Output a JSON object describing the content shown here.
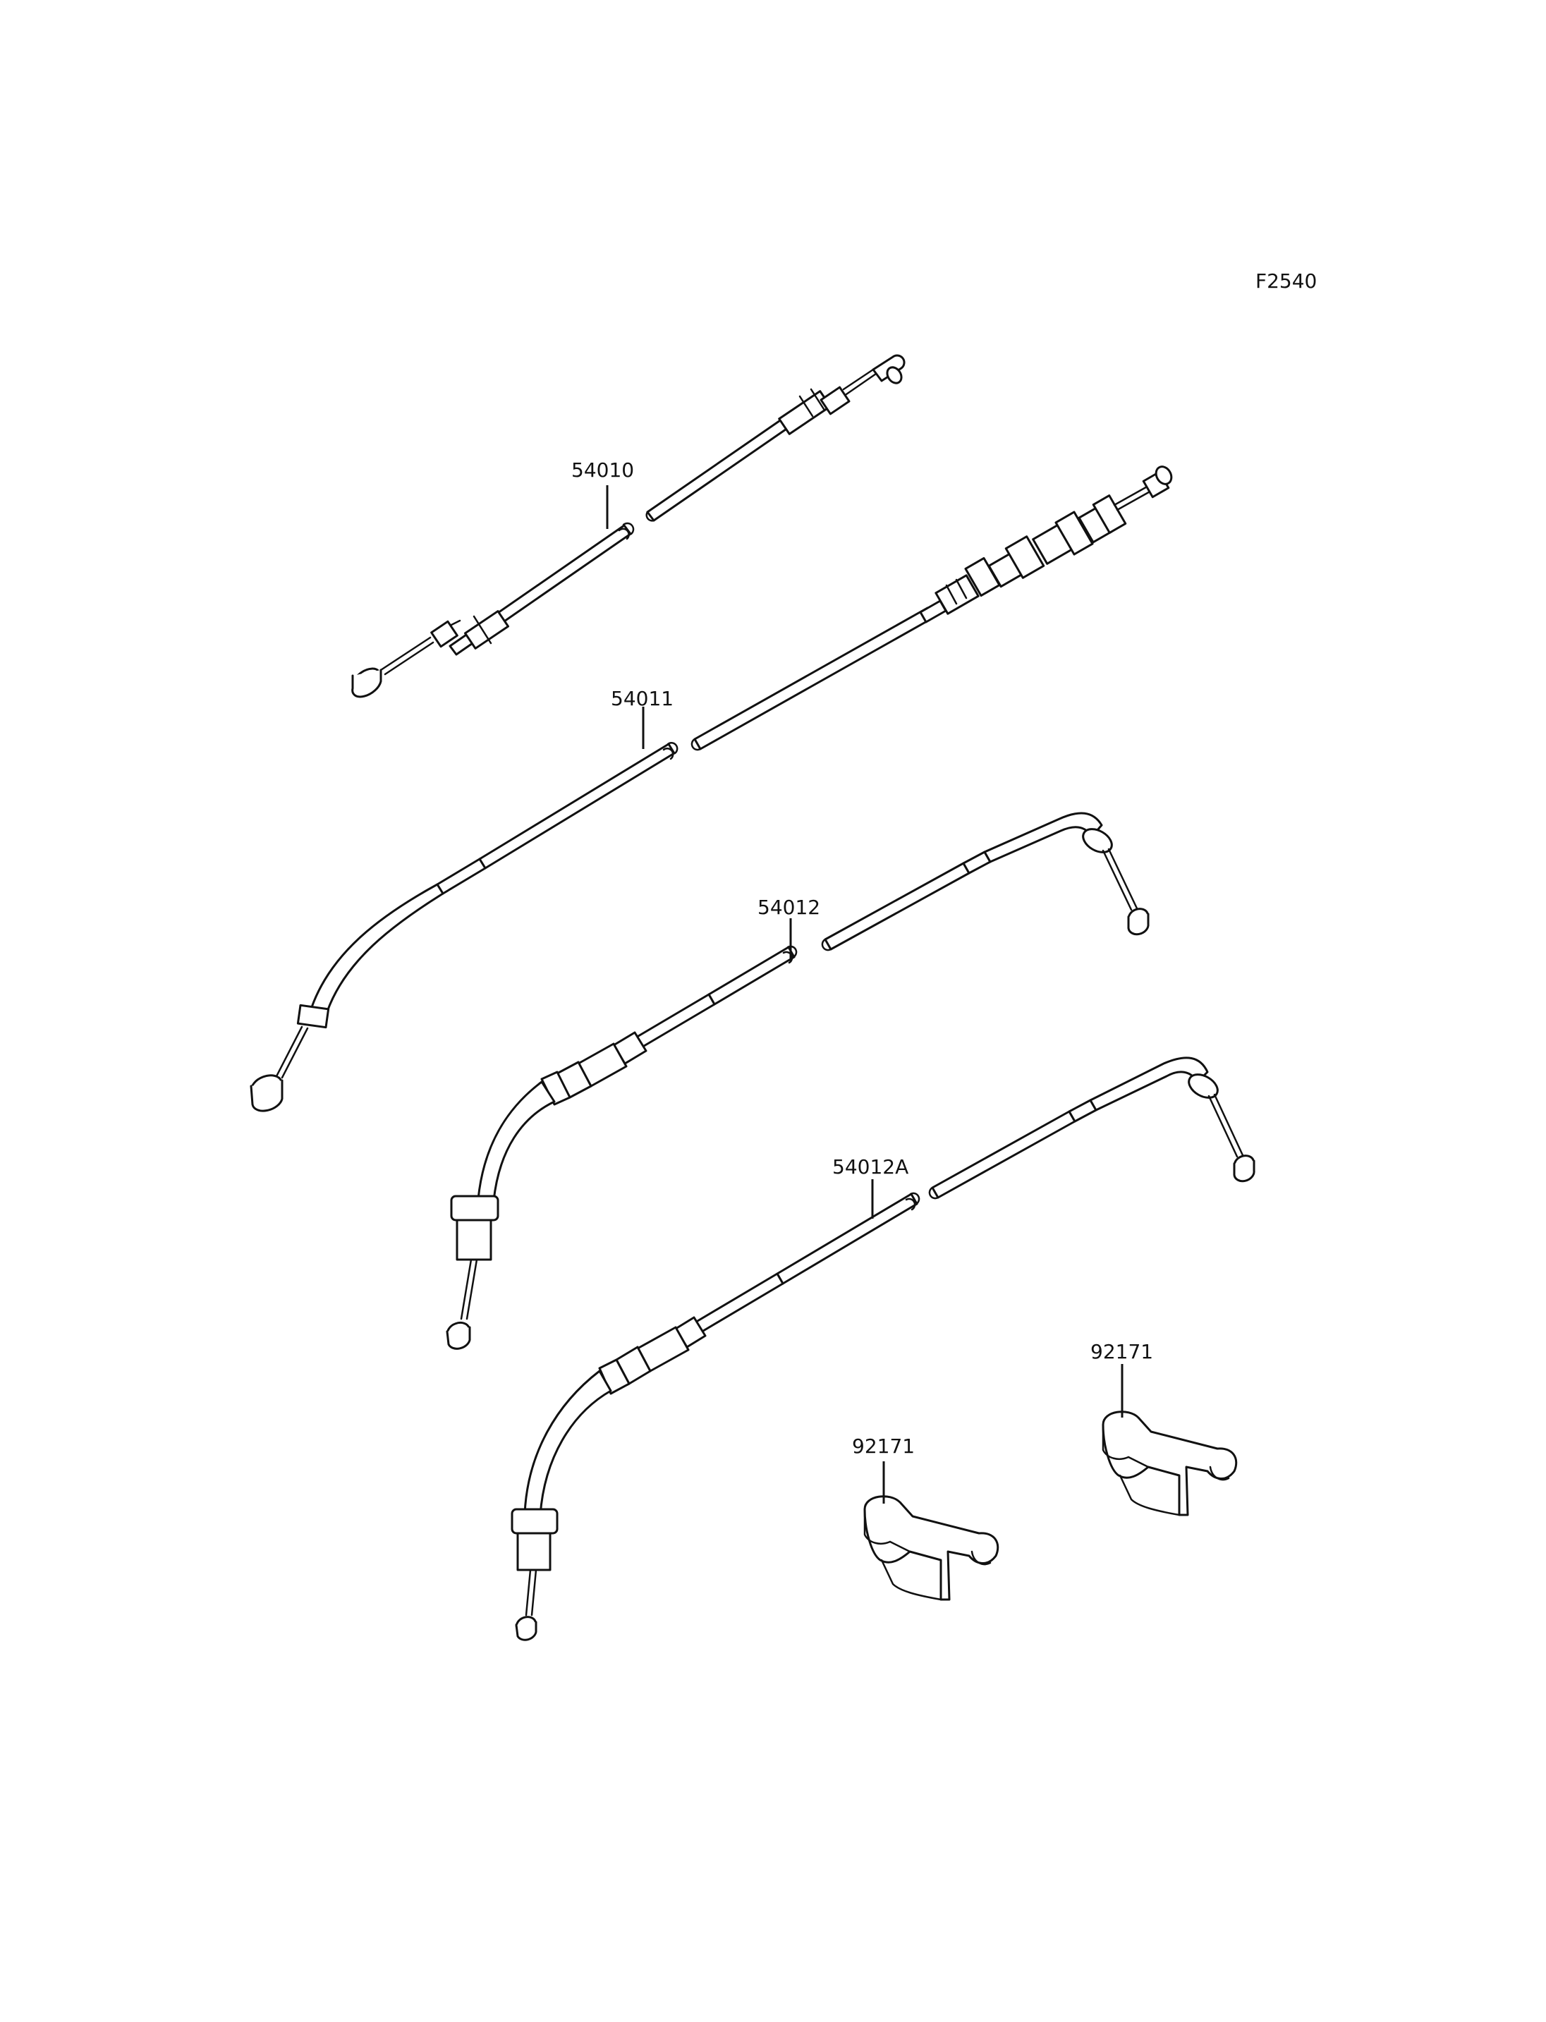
{
  "figure_code": "F2540",
  "parts": [
    {
      "number": "54010"
    },
    {
      "number": "54011"
    },
    {
      "number": "54012"
    },
    {
      "number": "54012A"
    },
    {
      "number": "92171"
    },
    {
      "number": "92171"
    }
  ],
  "line_color": "#111111",
  "background_color": "#ffffff"
}
